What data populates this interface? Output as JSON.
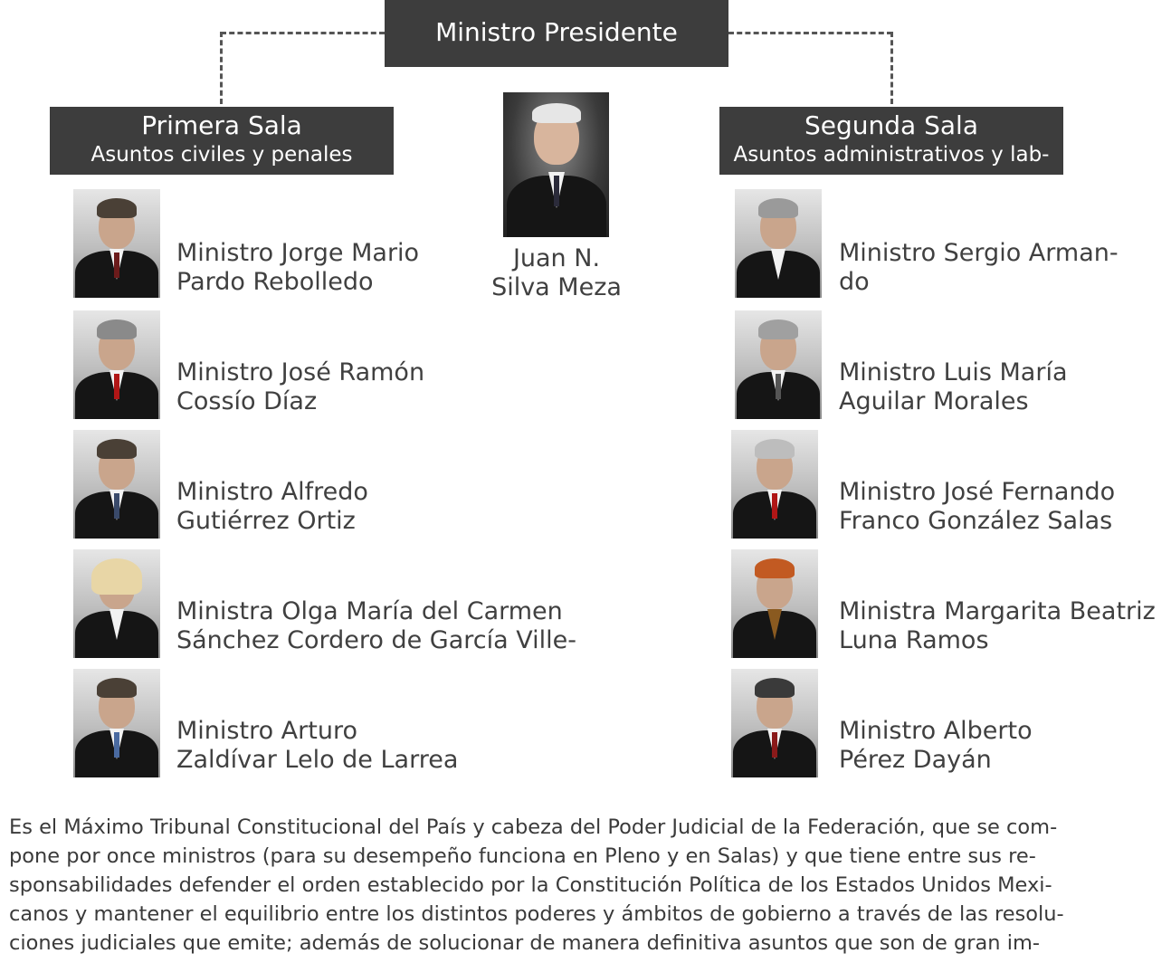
{
  "president": {
    "box_label": "Ministro Presidente",
    "name_line1": "Juan N.",
    "name_line2": "Silva Meza"
  },
  "primera_sala": {
    "title": "Primera Sala",
    "subtitle": "Asuntos civiles y penales",
    "members": [
      {
        "line1": "Ministro Jorge Mario",
        "line2": "Pardo Rebolledo"
      },
      {
        "line1": "Ministro José Ramón",
        "line2": "Cossío Díaz"
      },
      {
        "line1": "Ministro Alfredo",
        "line2": "Gutiérrez Ortiz"
      },
      {
        "line1": "Ministra Olga María del Carmen",
        "line2": "Sánchez Cordero de García Ville-"
      },
      {
        "line1": "Ministro Arturo",
        "line2": "Zaldívar Lelo de Larrea"
      }
    ]
  },
  "segunda_sala": {
    "title": "Segunda Sala",
    "subtitle": "Asuntos administrativos y lab-",
    "members": [
      {
        "line1": "Ministro Sergio Arman-",
        "line2": "do"
      },
      {
        "line1": "Ministro Luis María",
        "line2": "Aguilar Morales"
      },
      {
        "line1": "Ministro José Fernando",
        "line2": "Franco González Salas"
      },
      {
        "line1": "Ministra Margarita Beatriz",
        "line2": "Luna Ramos"
      },
      {
        "line1": "Ministro Alberto",
        "line2": "Pérez Dayán"
      }
    ]
  },
  "description": {
    "lines": [
      "Es el Máximo Tribunal Constitucional del País y cabeza del Poder Judicial de la Federación, que  se com-",
      "pone por once ministros (para su desempeño funciona en Pleno y en Salas) y que tiene entre sus re-",
      "sponsabilidades defender el orden establecido por la Constitución Política de los Estados Unidos Mexi-",
      "canos y mantener el equilibrio entre los distintos poderes y ámbitos de gobierno a través de las resolu-",
      "ciones judiciales que emite; además de solucionar de manera definitiva asuntos que son de gran im-"
    ]
  }
}
